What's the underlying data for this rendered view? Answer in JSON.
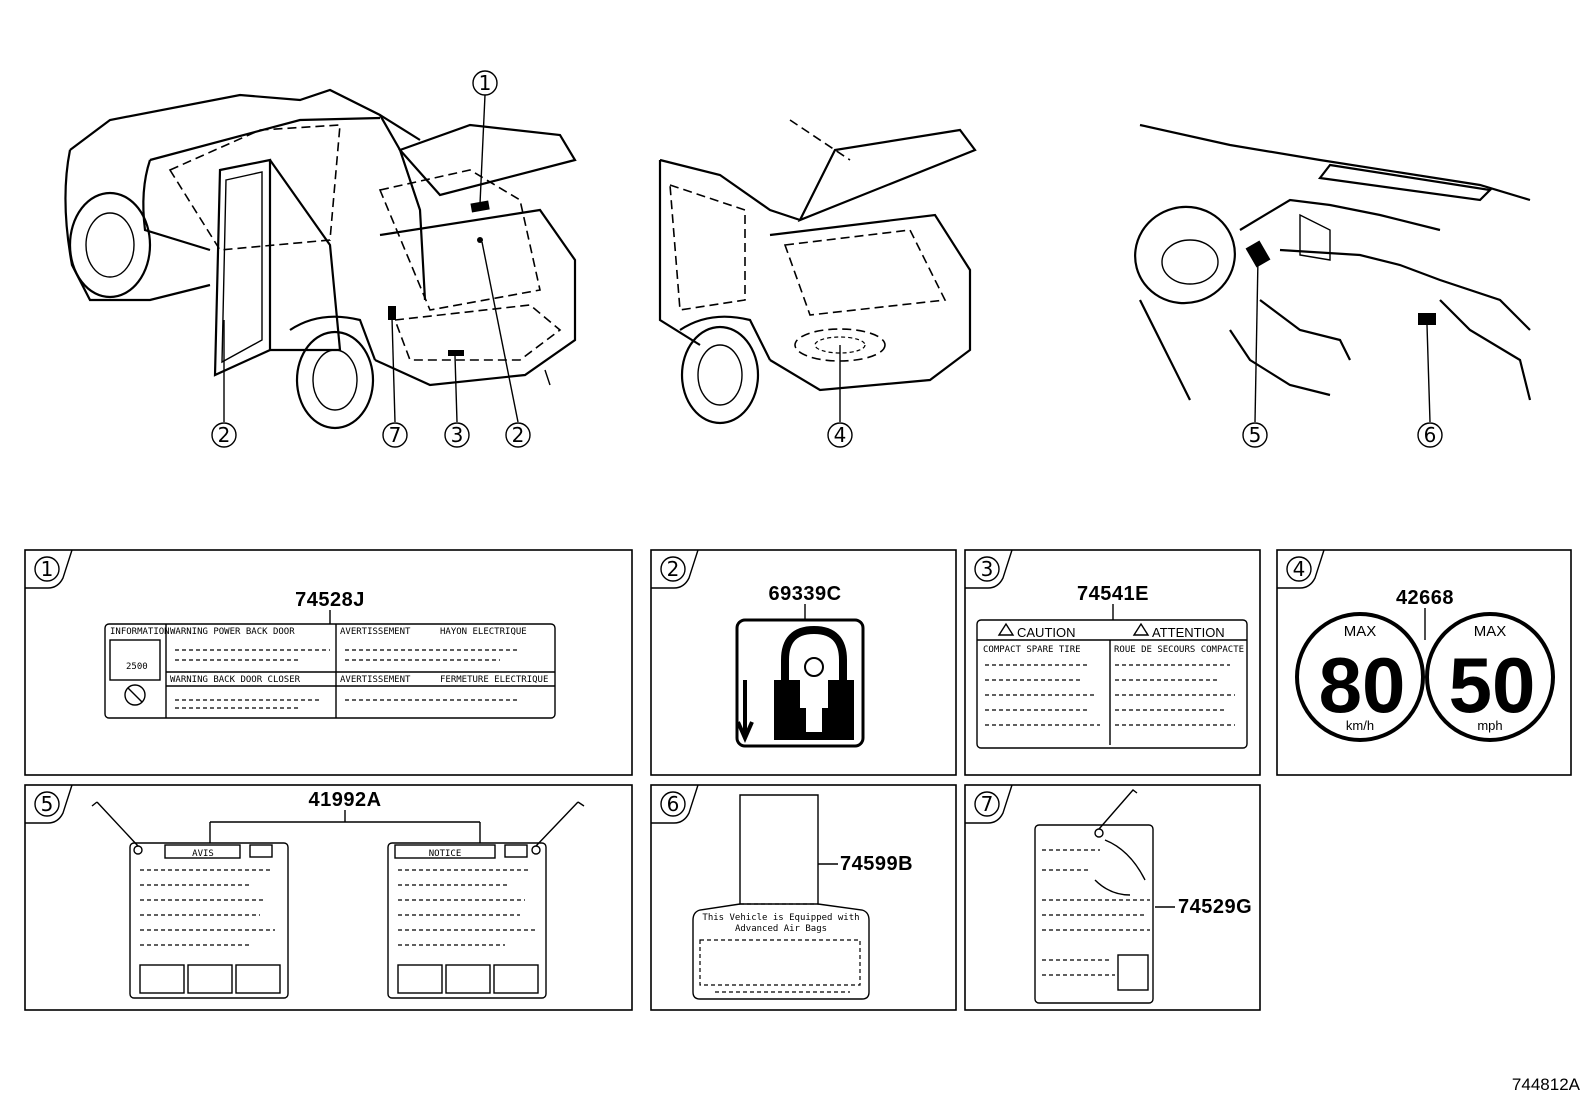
{
  "callouts": {
    "top": [
      "1",
      "2",
      "7",
      "3",
      "2",
      "4",
      "5",
      "6"
    ]
  },
  "panels": [
    {
      "num": "1",
      "part": "74528J",
      "texts": {
        "info": "INFORMATION",
        "warn1": "WARNING  POWER BACK DOOR",
        "avert1": "AVERTISSEMENT",
        "hayon": "HAYON ELECTRIQUE",
        "warn2": "WARNING  BACK DOOR CLOSER",
        "avert2": "AVERTISSEMENT",
        "ferm": "FERMETURE ELECTRIQUE",
        "size": "2500"
      }
    },
    {
      "num": "2",
      "part": "69339C"
    },
    {
      "num": "3",
      "part": "74541E",
      "texts": {
        "caution": "CAUTION",
        "attention": "ATTENTION",
        "tire": "COMPACT SPARE TIRE",
        "roue": "ROUE DE SECOURS COMPACTE"
      }
    },
    {
      "num": "4",
      "part": "42668",
      "texts": {
        "max1": "MAX",
        "val1": "80",
        "unit1": "km/h",
        "max2": "MAX",
        "val2": "50",
        "unit2": "mph"
      }
    },
    {
      "num": "5",
      "part": "41992A",
      "texts": {
        "avis": "AVIS",
        "notice": "NOTICE"
      }
    },
    {
      "num": "6",
      "part": "74599B",
      "texts": {
        "line1": "This Vehicle is Equipped with",
        "line2": "Advanced Air Bags"
      }
    },
    {
      "num": "7",
      "part": "74529G"
    }
  ],
  "diagram_id": "744812A"
}
